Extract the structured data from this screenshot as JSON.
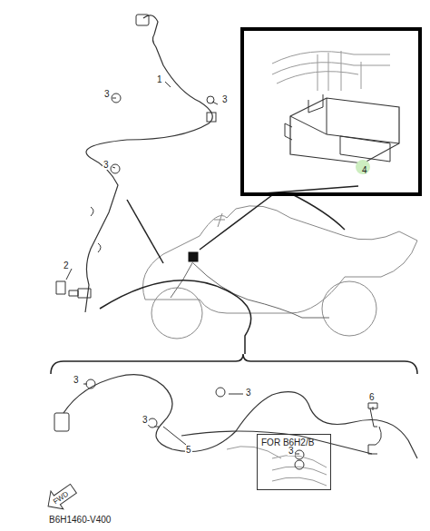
{
  "diagram": {
    "nodes": [
      {
        "text": [
          "4"
        ]
      },
      {
        "text": [
          "FOR B6H2/B"
        ]
      }
    ],
    "labels": [
      "1",
      "3",
      "3",
      "3",
      "2",
      "3",
      "3",
      "3",
      "5",
      "3",
      "6",
      "FWD",
      "B6H1460-V400"
    ]
  }
}
